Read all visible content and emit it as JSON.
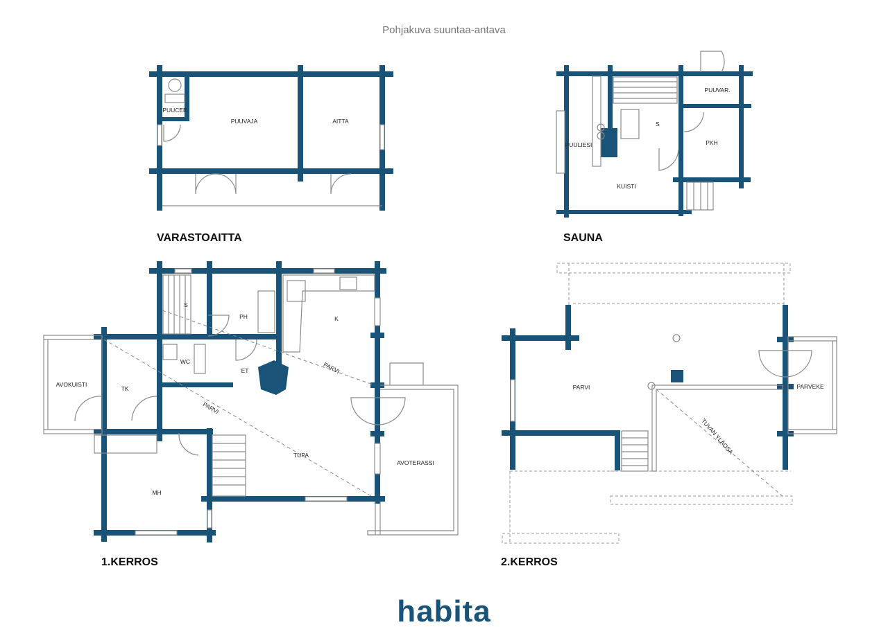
{
  "header": {
    "note": "Pohjakuva suuntaa-antava"
  },
  "plans": {
    "varastoaitta": {
      "label": "VARASTOAITTA",
      "rooms": {
        "puucee": "PUUCEE",
        "puuvaja": "PUUVAJA",
        "aitta": "AITTA"
      }
    },
    "sauna": {
      "label": "SAUNA",
      "rooms": {
        "puuvar": "PUUVAR.",
        "s": "S",
        "puuliesi": "PUULIESI",
        "pkh": "PKH",
        "kuisti": "KUISTI"
      }
    },
    "kerros1": {
      "label": "1.KERROS",
      "rooms": {
        "s": "S",
        "ph": "PH",
        "k": "K",
        "wc": "WC",
        "et": "ET",
        "parvi_a": "PARVI",
        "parvi_b": "PARVI",
        "avokuisti": "AVOKUISTI",
        "tk": "TK",
        "tupa": "TUPA",
        "avoterassi": "AVOTERASSI",
        "mh": "MH"
      }
    },
    "kerros2": {
      "label": "2.KERROS",
      "rooms": {
        "parvi": "PARVI",
        "parveke": "PARVEKE",
        "tuvan_ylaosa": "TUVAN YLÄOSA"
      }
    }
  },
  "footer": {
    "logo": "habita"
  },
  "colors": {
    "wall": "#1a5378",
    "line": "#8a8a8a"
  }
}
